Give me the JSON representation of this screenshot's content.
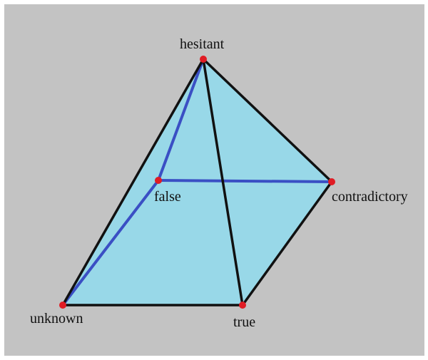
{
  "diagram": {
    "vertices": {
      "hesitant": "hesitant",
      "false": "false",
      "contradictory": "contradictory",
      "unknown": "unknown",
      "true": "true"
    },
    "colors": {
      "background": "#c3c3c3",
      "face_fill": "#98d8e8",
      "edge_black": "#111111",
      "edge_blue": "#3a4fc4",
      "vertex_red": "#e01c24"
    }
  }
}
